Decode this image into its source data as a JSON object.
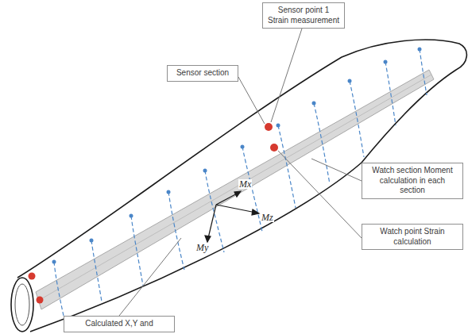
{
  "diagram": {
    "nodes": [
      {
        "text": [
          "Sensor point 1 Strain measurement"
        ]
      },
      {
        "text": [
          "Sensor section"
        ]
      },
      {
        "text": [
          "Watch section Moment calculation in each section"
        ]
      },
      {
        "text": [
          "Watch point Strain calculation"
        ]
      },
      {
        "text": [
          "Calculated X,Y and"
        ]
      }
    ],
    "labels": [
      "Mx",
      "Mz",
      "My"
    ]
  }
}
